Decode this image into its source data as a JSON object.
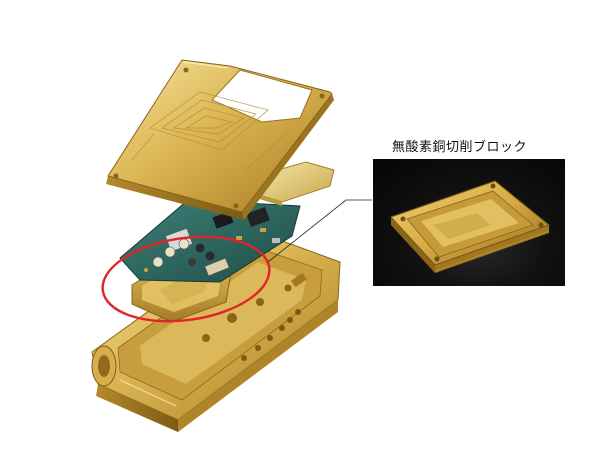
{
  "callout": {
    "label": "無酸素銅切削ブロック"
  },
  "colors": {
    "gold_light": "#f3dc8a",
    "gold_mid": "#d9b24c",
    "gold_dark": "#9c7420",
    "pcb": "#2f6b63",
    "highlight_ring": "#e0242a",
    "inset_bg": "#0d0d0d"
  },
  "components": [
    "back-plate",
    "battery",
    "circuit-board",
    "oxygen-free-copper-block",
    "chassis"
  ]
}
